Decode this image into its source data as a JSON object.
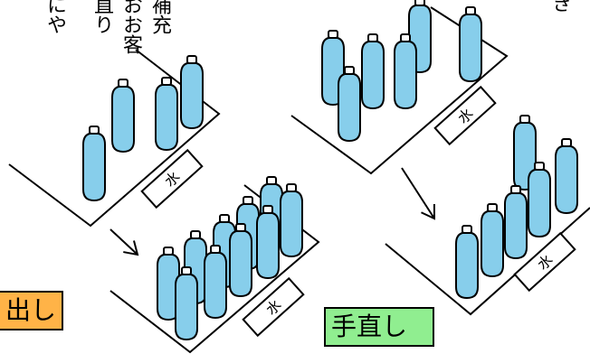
{
  "caption_left": "直りにおやお客補充",
  "caption_left_columns": [
    "にや",
    "直り",
    "おお客",
    "補充"
  ],
  "caption_right": "き",
  "tray_label": "水",
  "label_left": "出し",
  "label_right": "手直し",
  "colors": {
    "bottle_fill": "#87CEEB",
    "label_left_bg": "#FFB347",
    "label_right_bg": "#90EE90",
    "line": "#000000"
  },
  "icons": {
    "bottle": "plastic-bottle-icon",
    "arrow": "arrow-down-right-icon",
    "tray": "shelf-tray-icon"
  }
}
